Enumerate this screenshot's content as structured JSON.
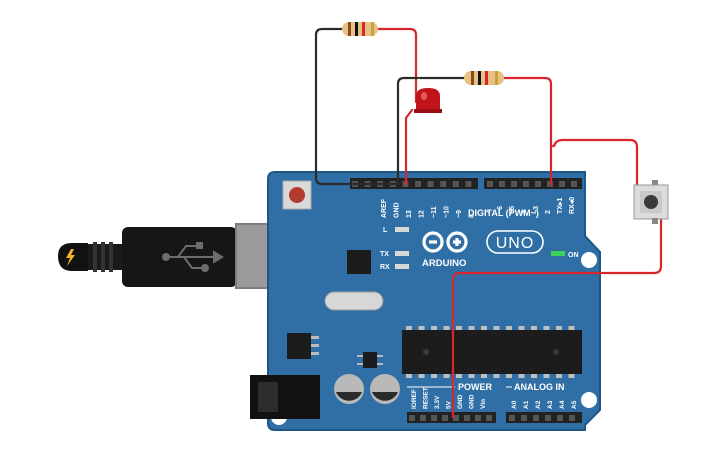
{
  "board": {
    "brand": "ARDUINO",
    "model": "UNO",
    "on_label": "ON",
    "digital_header_label": "DIGITAL (PWM~)",
    "power_label": "POWER",
    "analog_label": "ANALOG IN",
    "led_labels": [
      "L",
      "TX",
      "RX"
    ],
    "digital_pins_left": [
      "AREF",
      "GND",
      "13",
      "12",
      "~11",
      "~10",
      "~9",
      "8"
    ],
    "digital_pins_right": [
      "7",
      "~6",
      "~5",
      "4",
      "~3",
      "2",
      "TX▸1",
      "RX◂0"
    ],
    "power_pins": [
      "IOREF",
      "RESET",
      "3.3V",
      "5V",
      "GND",
      "GND",
      "Vin"
    ],
    "analog_pins": [
      "A0",
      "A1",
      "A2",
      "A3",
      "A4",
      "A5"
    ]
  },
  "components": {
    "usb_cable_icon": "usb-icon",
    "usb_plug_icon": "lightning-icon",
    "led_color": "#c0141a",
    "button_cap_color": "#3a3a3a"
  },
  "colors": {
    "board": "#2f6fa6",
    "board_edge": "#1f5683",
    "wire_red": "#d8262c",
    "wire_black": "#2b2b2b",
    "header": "#222222"
  }
}
